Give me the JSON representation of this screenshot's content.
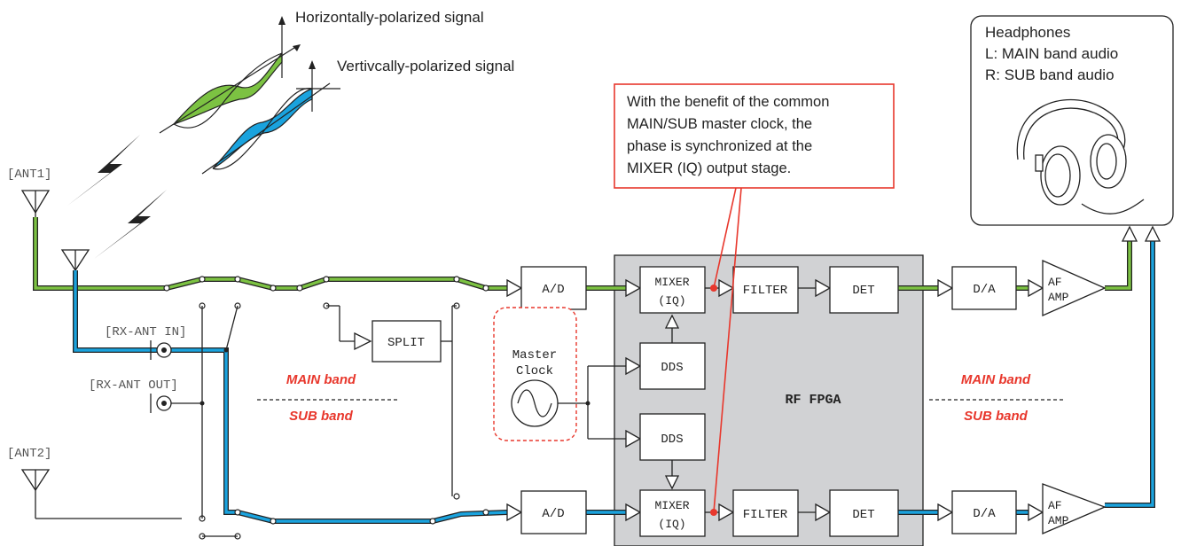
{
  "labels": {
    "ant1": "[ANT1]",
    "ant2": "[ANT2]",
    "rx_ant_in": "[RX-ANT IN]",
    "rx_ant_out": "[RX-ANT OUT]",
    "horiz_signal": "Horizontally-polarized signal",
    "vert_signal": "Vertivcally-polarized signal",
    "split": "SPLIT",
    "master_clock_line1": "Master",
    "master_clock_line2": "Clock",
    "ad": "A/D",
    "mixer_line1": "MIXER",
    "mixer_line2": "(IQ)",
    "dds": "DDS",
    "filter": "FILTER",
    "det": "DET",
    "da": "D/A",
    "af_line1": "AF",
    "af_line2": "AMP",
    "rf_fpga": "RF FPGA",
    "main_band": "MAIN band",
    "sub_band": "SUB band"
  },
  "callout": {
    "lines": [
      "With the benefit of the common",
      "MAIN/SUB master clock, the",
      "phase is synchronized at the",
      "MIXER (IQ) output stage."
    ]
  },
  "headphones": {
    "title": "Headphones",
    "left": "L:  MAIN band audio",
    "right": "R:  SUB band audio"
  },
  "colors": {
    "main_path": "#7cc242",
    "sub_path": "#1aa3de",
    "fpga_fill": "#d1d2d4",
    "accent_red": "#e8372c",
    "band_label": "#e8372c"
  }
}
